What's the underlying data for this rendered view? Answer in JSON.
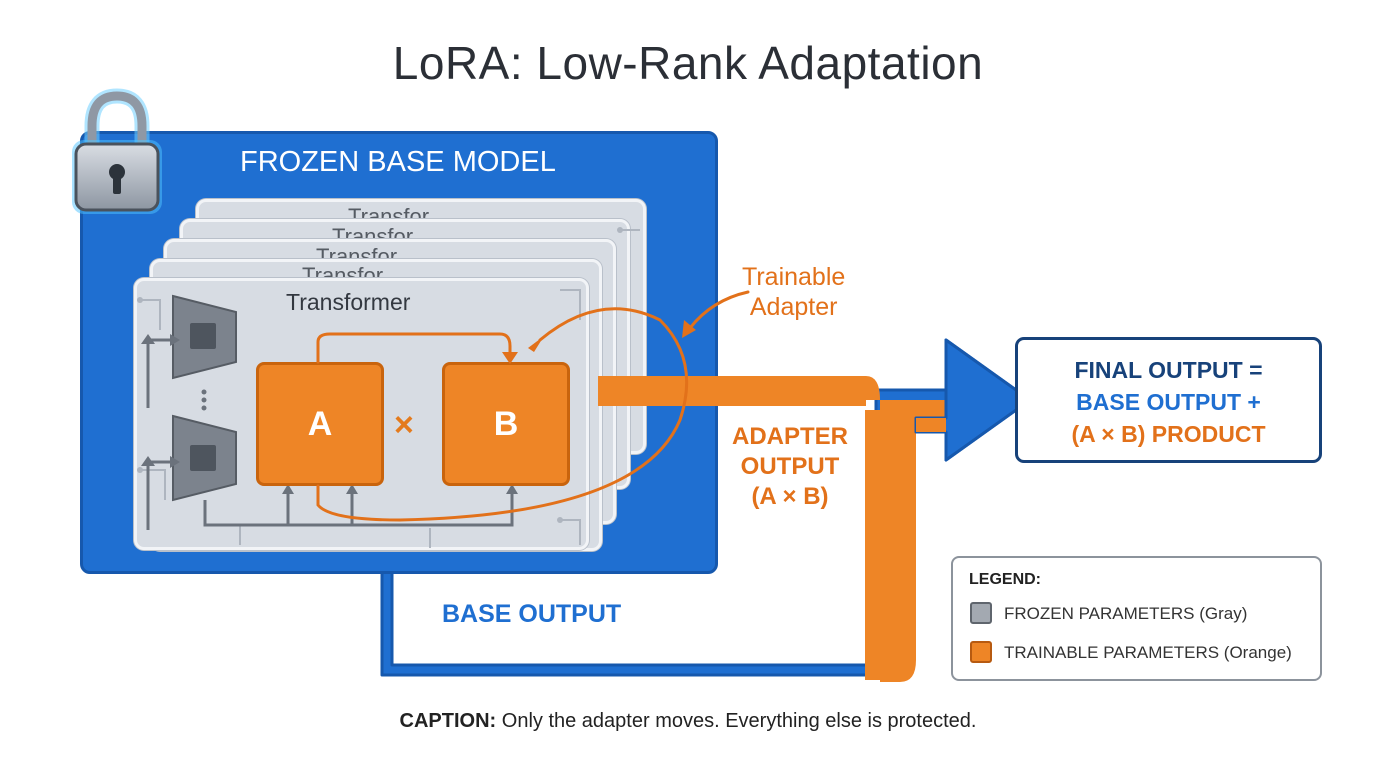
{
  "title": "LoRA: Low-Rank Adaptation",
  "frozen_model": {
    "label": "FROZEN BASE MODEL",
    "layer_label": "Transformer",
    "ghost_layer_label": "Transfor",
    "block_a": "A",
    "block_b": "B",
    "multiply_symbol": "×",
    "ellipsis": "⋮"
  },
  "annotations": {
    "trainable_line1": "Trainable",
    "trainable_line2": "Adapter",
    "adapter_output_line1": "ADAPTER",
    "adapter_output_line2": "OUTPUT",
    "adapter_output_line3": "(A × B)",
    "base_output": "BASE OUTPUT"
  },
  "final_output": {
    "line1": "FINAL OUTPUT =",
    "line2": "BASE OUTPUT +",
    "line3": "(A × B) PRODUCT"
  },
  "legend": {
    "title": "LEGEND:",
    "items": [
      {
        "label": "FROZEN PARAMETERS (Gray)",
        "color": "#a3a9b1"
      },
      {
        "label": "TRAINABLE PARAMETERS (Orange)",
        "color": "#ee8526"
      }
    ]
  },
  "caption": {
    "prefix": "CAPTION:",
    "text": " Only the adapter moves. Everything else is protected."
  },
  "colors": {
    "frozen_blue": "#1f6fd1",
    "trainable_orange": "#ee8526",
    "navy": "#17427a"
  },
  "icons": [
    "lock-icon",
    "chip-icon",
    "multiply-icon",
    "arrow-icon"
  ]
}
